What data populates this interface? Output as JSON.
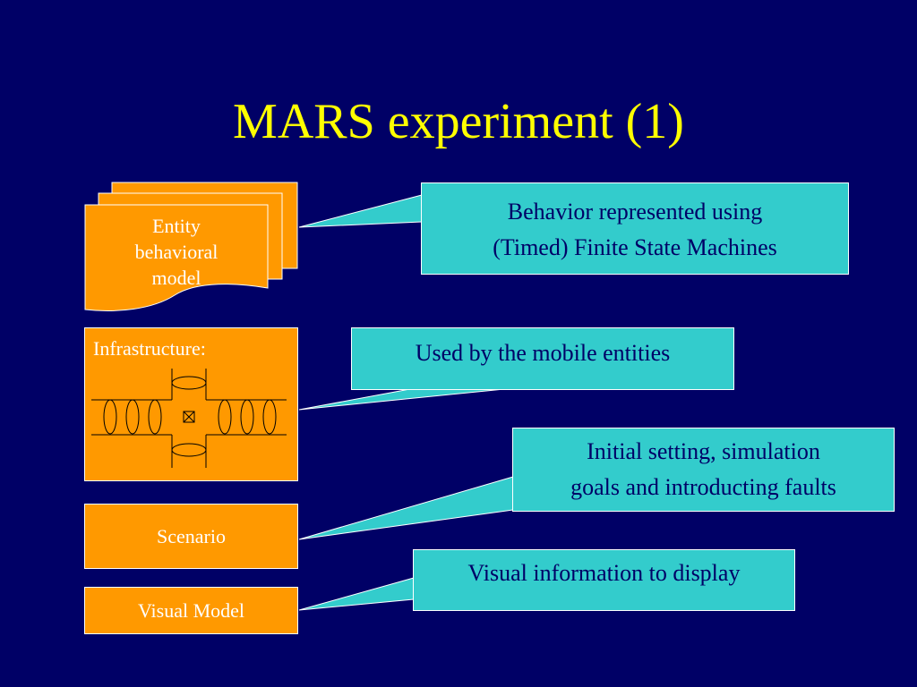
{
  "slide": {
    "title": "MARS experiment (1)"
  },
  "components": {
    "entity": "Entity behavioral model",
    "entity_lines": [
      "Entity",
      "behavioral",
      "model"
    ],
    "infrastructure": "Infrastructure:",
    "scenario": "Scenario",
    "visual_model": "Visual Model"
  },
  "callouts": {
    "fsm_line1": "Behavior represented using",
    "fsm_line2": "(Timed) Finite State Machines",
    "mobile": "Used by the mobile entities",
    "initial_line1": "Initial setting, simulation",
    "initial_line2": "goals and introducting faults",
    "visual": "Visual information to display"
  },
  "colors": {
    "background": "#000066",
    "title": "#ffff00",
    "box": "#ff9900",
    "callout": "#33cccc",
    "callout_text": "#000066"
  }
}
